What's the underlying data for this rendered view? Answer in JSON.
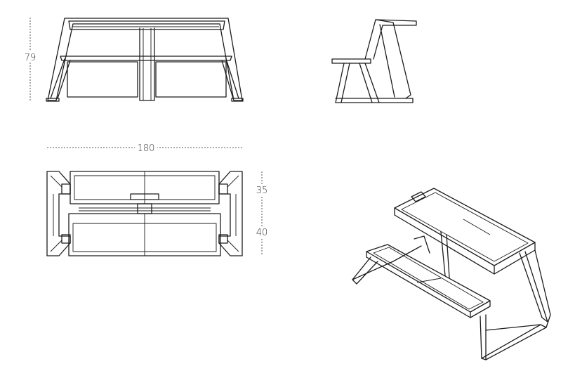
{
  "dimensions": {
    "height": "79",
    "length": "180",
    "table_depth": "35",
    "bench_depth": "40"
  },
  "colors": {
    "line": "#1c1c1c",
    "dimension": "#555555",
    "background": "#ffffff"
  }
}
